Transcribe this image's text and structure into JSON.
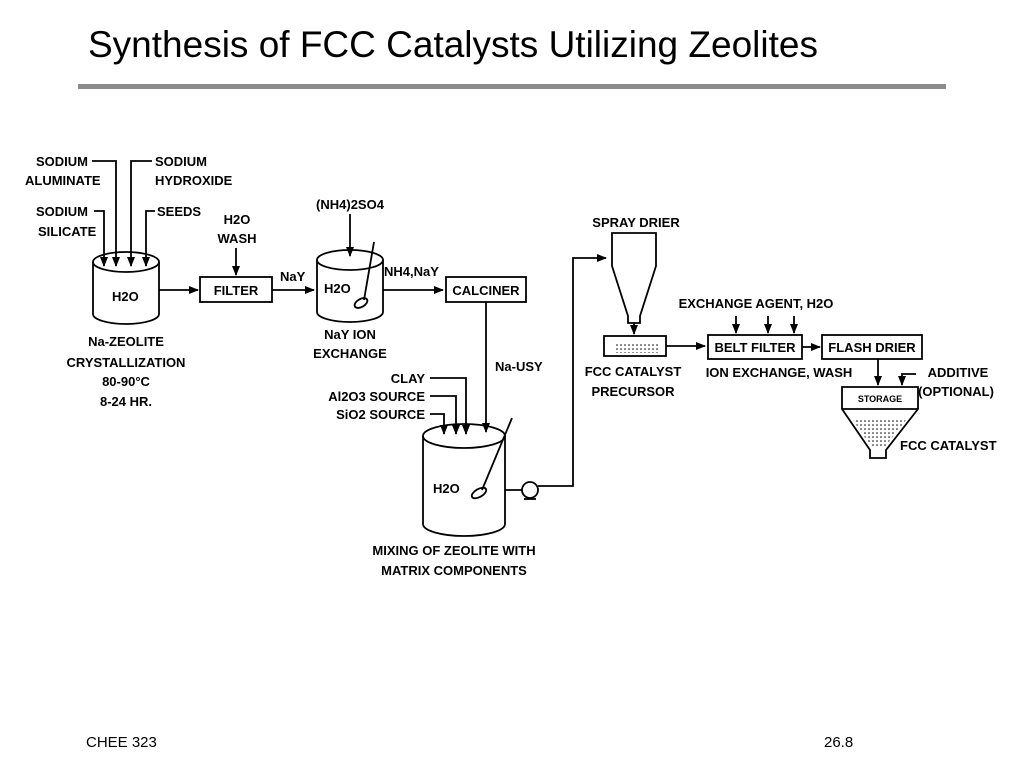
{
  "slide": {
    "title": "Synthesis of FCC Catalysts Utilizing Zeolites",
    "footer_left": "CHEE 323",
    "footer_right": "26.8"
  },
  "diagram": {
    "inputs": {
      "sodium_aluminate_1": "SODIUM",
      "sodium_aluminate_2": "ALUMINATE",
      "sodium_hydroxide_1": "SODIUM",
      "sodium_hydroxide_2": "HYDROXIDE",
      "sodium_silicate_1": "SODIUM",
      "sodium_silicate_2": "SILICATE",
      "seeds": "SEEDS"
    },
    "crystallizer": {
      "contents": "H2O",
      "caption_1": "Na-ZEOLITE",
      "caption_2": "CRYSTALLIZATION",
      "caption_3": "80-90°C",
      "caption_4": "8-24 HR."
    },
    "filter": {
      "label": "FILTER",
      "wash_1": "H2O",
      "wash_2": "WASH",
      "flow_out": "NaY"
    },
    "ion_exchange": {
      "reagent": "(NH4)2SO4",
      "contents": "H2O",
      "caption_1": "NaY ION",
      "caption_2": "EXCHANGE",
      "flow_out": "NH4,NaY"
    },
    "calciner": {
      "label": "CALCINER",
      "flow_out": "Na-USY"
    },
    "mixing": {
      "clay": "CLAY",
      "alumina": "Al2O3 SOURCE",
      "silica": "SiO2 SOURCE",
      "contents": "H2O",
      "caption_1": "MIXING OF ZEOLITE WITH",
      "caption_2": "MATRIX COMPONENTS"
    },
    "spray_drier": {
      "label": "SPRAY DRIER",
      "product_1": "FCC CATALYST",
      "product_2": "PRECURSOR"
    },
    "belt_filter": {
      "label": "BELT FILTER",
      "agent": "EXCHANGE AGENT, H2O",
      "caption": "ION EXCHANGE, WASH"
    },
    "flash_drier": {
      "label": "FLASH DRIER"
    },
    "storage": {
      "label": "STORAGE",
      "additive_1": "ADDITIVE",
      "additive_2": "(OPTIONAL)",
      "product": "FCC CATALYST"
    }
  }
}
